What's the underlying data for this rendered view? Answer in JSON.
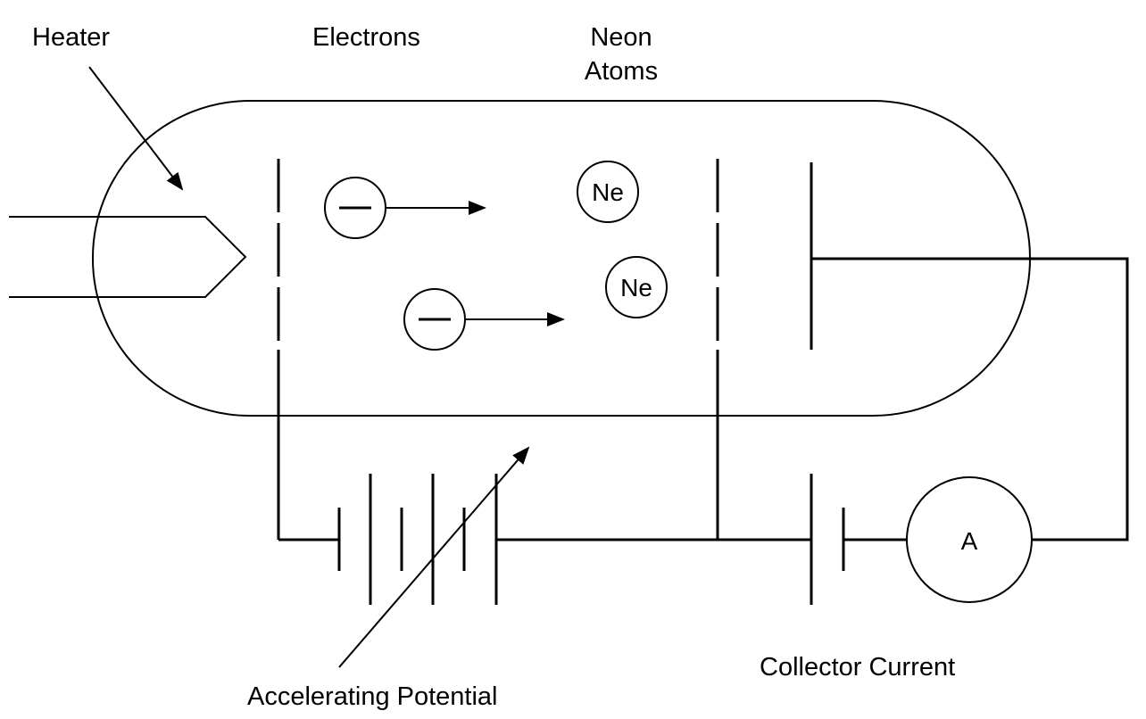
{
  "diagram": {
    "title": "Franck-Hertz Experiment (Neon)",
    "labels": {
      "heater": "Heater",
      "electrons": "Electrons",
      "neon_line1": "Neon",
      "neon_line2": "Atoms",
      "accelerating_potential": "Accelerating Potential",
      "collector_current": "Collector Current"
    },
    "particles": {
      "electron_symbol": "—",
      "neon_symbol": "Ne"
    },
    "meter": {
      "ammeter_symbol": "A"
    },
    "components": [
      "heater",
      "vacuum-tube",
      "accelerating-grid-1",
      "accelerating-grid-2",
      "collector-plate",
      "accelerating-battery",
      "retarding-battery",
      "ammeter"
    ]
  }
}
